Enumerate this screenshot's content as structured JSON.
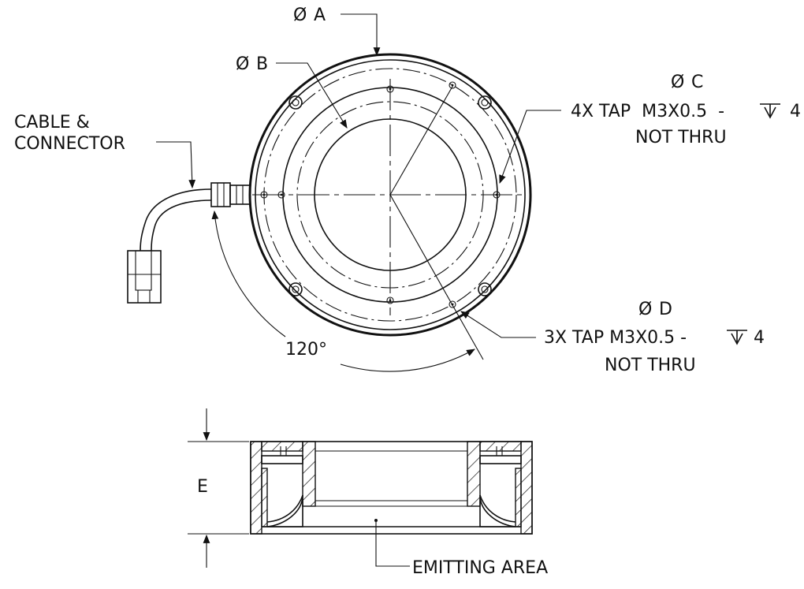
{
  "labels": {
    "dia_a": "A",
    "dia_b": "B",
    "dia_c": "C",
    "dia_d": "D",
    "diameter_symbol": "Ø",
    "cable_line1": "CABLE &",
    "cable_line2": "CONNECTOR",
    "tap4_line1": "4X TAP  M3X0.5  -",
    "tap4_depth": "4",
    "tap4_line2": "NOT THRU",
    "tap3_line1": "3X TAP M3X0.5 -",
    "tap3_depth": "4",
    "tap3_line2": "NOT THRU",
    "angle": "120°",
    "height": "E",
    "emitting_area": "EMITTING AREA"
  },
  "icons": {
    "depth_symbol": "depth-arrow-icon",
    "diameter_symbol": "diameter-icon"
  }
}
